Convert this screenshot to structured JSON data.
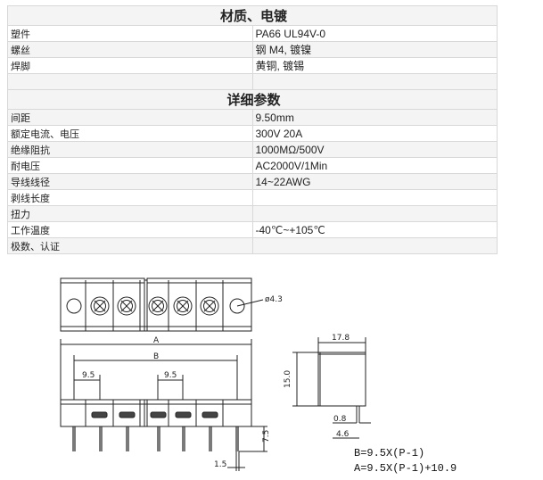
{
  "section_material": "材质、电镀",
  "material_rows": [
    {
      "label": "塑件",
      "value": "PA66 UL94V-0"
    },
    {
      "label": "螺丝",
      "value": "钢  M4, 镀镍"
    },
    {
      "label": "焊脚",
      "value": "黄铜, 镀锡"
    },
    {
      "label": "",
      "value": ""
    }
  ],
  "section_params": "详细参数",
  "param_rows": [
    {
      "label": " 间距",
      "value": "9.50mm"
    },
    {
      "label": "额定电流、电压",
      "value": "300V  20A"
    },
    {
      "label": "绝缘阻抗",
      "value": "1000MΩ/500V"
    },
    {
      "label": "耐电压",
      "value": "AC2000V/1Min"
    },
    {
      "label": "导线线径",
      "value": "14~22AWG"
    },
    {
      "label": "剥线长度",
      "value": ""
    },
    {
      "label": "扭力",
      "value": ""
    },
    {
      "label": "工作温度",
      "value": "-40℃~+105℃"
    },
    {
      "label": "极数、认证",
      "value": ""
    }
  ],
  "drawing": {
    "hole_dim": "ø4.3",
    "dim_A": "A",
    "dim_B": "B",
    "pitch_left": "9.5",
    "pitch_mid": "9.5",
    "pin_length": "7.5",
    "pin_offset": "1.5",
    "side_width": "17.8",
    "side_height": "15.0",
    "pin_width": "0.8",
    "side_pin_offset": "4.6",
    "formula_B": "B=9.5X(P-1)",
    "formula_A": "A=9.5X(P-1)+10.9"
  }
}
